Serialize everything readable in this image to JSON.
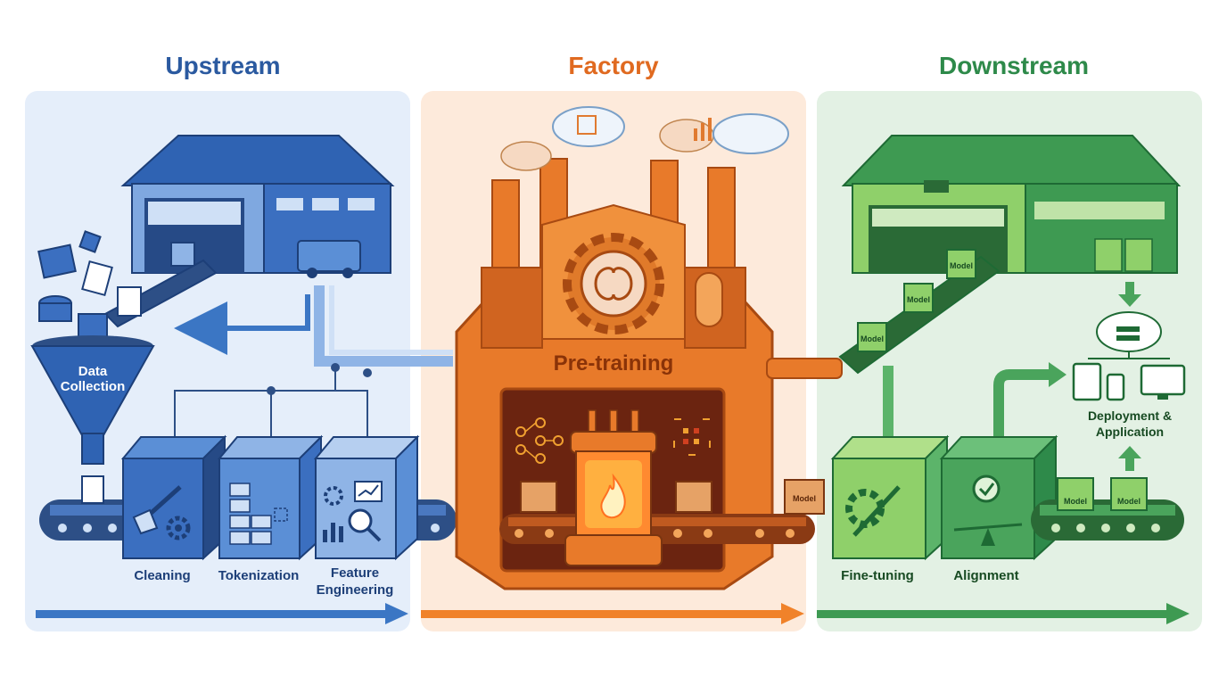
{
  "colors": {
    "upstream": "#2b5aa0",
    "factory": "#e06a20",
    "downstream": "#2e8a4a"
  },
  "upstream": {
    "title": "Upstream",
    "data_collection_line1": "Data",
    "data_collection_line2": "Collection",
    "cleaning": "Cleaning",
    "tokenization": "Tokenization",
    "feature_line1": "Feature",
    "feature_line2": "Engineering"
  },
  "factory": {
    "title": "Factory",
    "core_label": "Pre-training",
    "box_label": "Model"
  },
  "downstream": {
    "title": "Downstream",
    "fine_tuning": "Fine-tuning",
    "alignment": "Alignment",
    "deploy_line1": "Deployment &",
    "deploy_line2": "Application",
    "box_label": "Model"
  },
  "icons": [
    "funnel-icon",
    "brush-icon",
    "gear-icon",
    "magnifier-icon",
    "brain-icon",
    "flame-icon",
    "cloud-icon",
    "monitor-icon",
    "checkmark-icon"
  ]
}
